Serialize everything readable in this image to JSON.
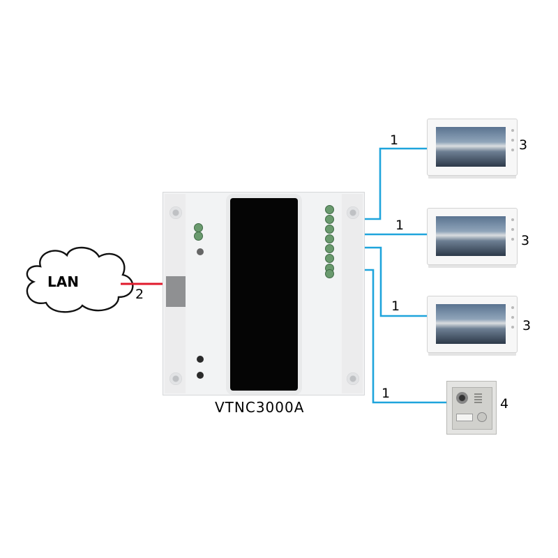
{
  "diagram": {
    "cloud_label": "LAN",
    "device_label": "VTNC3000A",
    "wire_labels": {
      "lan_link": "2",
      "monitor_1": "1",
      "monitor_2": "1",
      "monitor_3": "1",
      "door_station": "1"
    },
    "endpoint_labels": {
      "monitor_1": "3",
      "monitor_2": "3",
      "monitor_3": "3",
      "door_station": "4"
    }
  },
  "colors": {
    "lan_wire": "#e0192b",
    "bus_wire": "#1ea4dc",
    "controller_body": "#f2f3f4",
    "controller_face": "#050505",
    "terminal": "#6a9a6e"
  },
  "icons": [
    "cloud-icon",
    "controller-icon",
    "monitor-icon",
    "door-station-icon"
  ]
}
